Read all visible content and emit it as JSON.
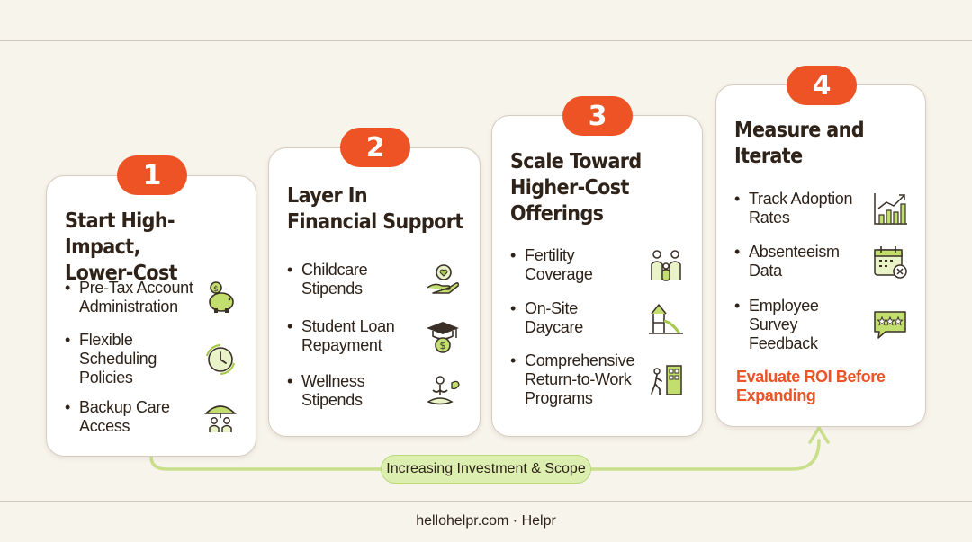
{
  "steps": [
    {
      "number": "1",
      "title": "Start High-Impact,\nLower-Cost",
      "items": [
        {
          "label": "Pre-Tax Account\nAdministration",
          "icon": "piggy-bank-icon"
        },
        {
          "label": "Flexible\nScheduling\nPolicies",
          "icon": "clock-cycle-icon"
        },
        {
          "label": "Backup Care\nAccess",
          "icon": "umbrella-family-icon"
        }
      ]
    },
    {
      "number": "2",
      "title": "Layer In\nFinancial Support",
      "items": [
        {
          "label": "Childcare\nStipends",
          "icon": "hand-heart-icon"
        },
        {
          "label": "Student Loan\nRepayment",
          "icon": "graduation-cap-coin-icon"
        },
        {
          "label": "Wellness\nStipends",
          "icon": "meditation-icon"
        }
      ]
    },
    {
      "number": "3",
      "title": "Scale Toward\nHigher-Cost\nOfferings",
      "items": [
        {
          "label": "Fertility\nCoverage",
          "icon": "family-icon"
        },
        {
          "label": "On-Site\nDaycare",
          "icon": "playground-icon"
        },
        {
          "label": "Comprehensive\nReturn-to-Work\nPrograms",
          "icon": "walk-to-office-icon"
        }
      ]
    },
    {
      "number": "4",
      "title": "Measure and\nIterate",
      "items": [
        {
          "label": "Track Adoption\nRates",
          "icon": "bar-chart-icon"
        },
        {
          "label": "Absenteeism\nData",
          "icon": "calendar-x-icon"
        },
        {
          "label": "Employee\nSurvey\nFeedback",
          "icon": "rating-bubble-icon"
        }
      ],
      "note": "Evaluate ROI Before\nExpanding"
    }
  ],
  "progress_label": "Increasing Investment & Scope",
  "footer": "hellohelpr.com · Helpr",
  "colors": {
    "accent": "#ee5326",
    "icon_green": "#a6c94a",
    "card_border": "#d7cbbf",
    "background": "#f7f4ec",
    "pill": "#dcefb0"
  }
}
